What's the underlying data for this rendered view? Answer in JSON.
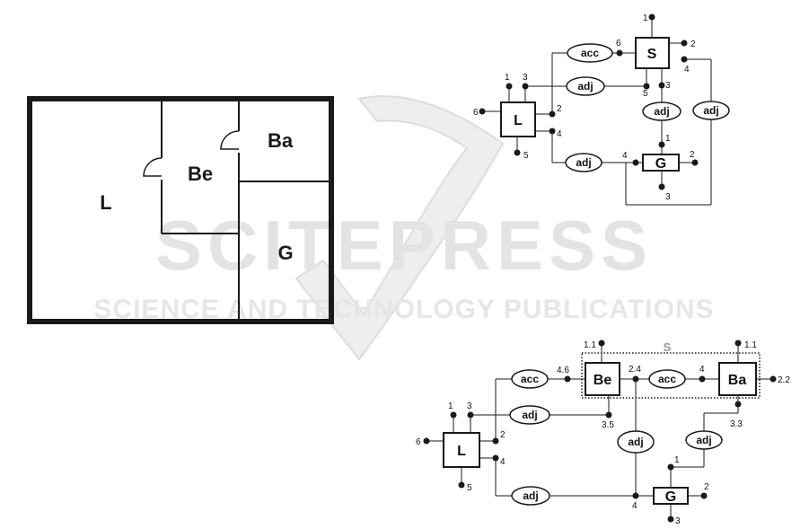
{
  "watermark": {
    "title": "SCITEPRESS",
    "subtitle": "SCIENCE AND TECHNOLOGY PUBLICATIONS"
  },
  "floorplan": {
    "rooms": {
      "L": "L",
      "Be": "Be",
      "Ba": "Ba",
      "G": "G"
    }
  },
  "graph_top": {
    "nodes": {
      "S": "S",
      "L": "L",
      "G": "G"
    },
    "edges": {
      "acc": "acc",
      "adj1": "adj",
      "adj2": "adj",
      "adj3": "adj",
      "adj4": "adj"
    },
    "ports": {
      "s1": "1",
      "s2": "2",
      "s3": "3",
      "s4": "4",
      "s5": "5",
      "s6": "6",
      "l1": "1",
      "l2": "2",
      "l3": "3",
      "l4": "4",
      "l5": "5",
      "l6": "6",
      "g1": "1",
      "g2": "2",
      "g3": "3",
      "g4": "4"
    }
  },
  "graph_bottom": {
    "group": "S",
    "nodes": {
      "Be": "Be",
      "Ba": "Ba",
      "L": "L",
      "G": "G"
    },
    "edges": {
      "acc1": "acc",
      "acc2": "acc",
      "adj1": "adj",
      "adj2": "adj",
      "adj3": "adj",
      "adj4": "adj"
    },
    "ports": {
      "be11": "1.1",
      "be46": "4.6",
      "be24": "2.4",
      "be35": "3.5",
      "ba11": "1.1",
      "ba4": "4",
      "ba22": "2.2",
      "ba33": "3.3",
      "l1": "1",
      "l2": "2",
      "l3": "3",
      "l4": "4",
      "l5": "5",
      "l6": "6",
      "g1": "1",
      "g2": "2",
      "g3": "3",
      "g4": "4"
    }
  }
}
